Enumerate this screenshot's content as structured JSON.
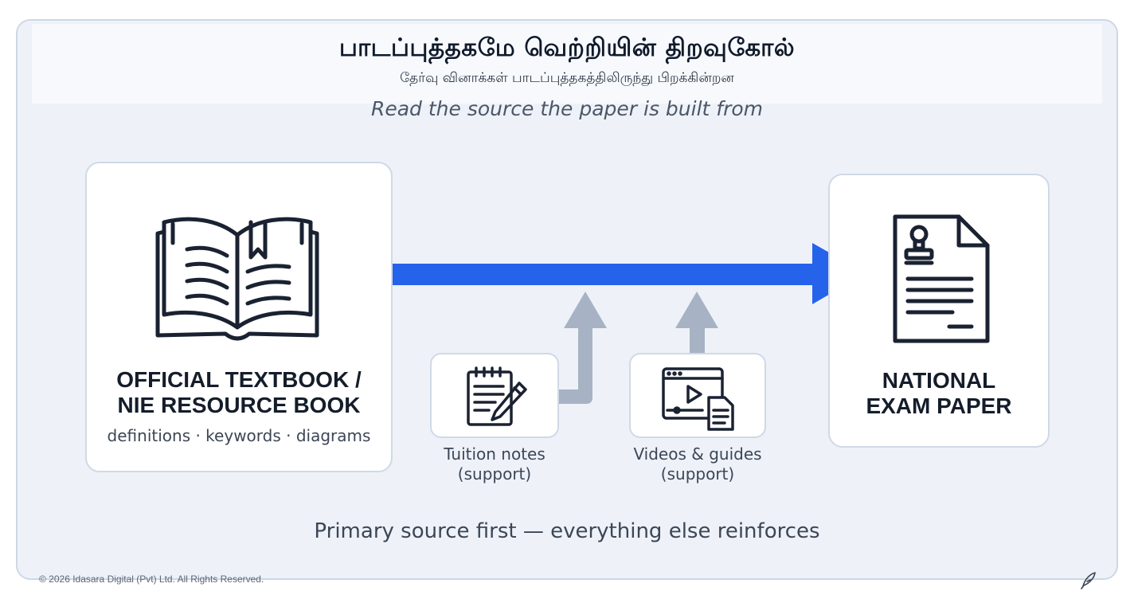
{
  "header": {
    "title": "பாடப்புத்தகமே வெற்றியின் திறவுகோல்",
    "subtitle": "தேர்வு வினாக்கள் பாடப்புத்தகத்திலிருந்து பிறக்கின்றன",
    "tagline": "Read the source the paper is built from"
  },
  "textbook": {
    "title_line1": "OFFICIAL TEXTBOOK /",
    "title_line2": "NIE RESOURCE BOOK",
    "subtitle": "definitions · keywords · diagrams",
    "icon": "open-book-icon"
  },
  "exam": {
    "title_line1": "NATIONAL",
    "title_line2": "EXAM PAPER",
    "icon": "exam-document-icon"
  },
  "tuition": {
    "label_line1": "Tuition notes",
    "label_line2": "(support)",
    "icon": "notepad-pencil-icon"
  },
  "videos": {
    "label_line1": "Videos & guides",
    "label_line2": "(support)",
    "icon": "video-document-icon"
  },
  "footer": {
    "message": "Primary source first — everything else reinforces",
    "copyright": "© 2026 Idasara Digital (Pvt) Ltd. All Rights Reserved.",
    "icon": "feather-pen-icon"
  },
  "colors": {
    "main_arrow": "#2563eb",
    "support_arrow": "#a7b3c4",
    "icon_stroke": "#1a2232"
  }
}
